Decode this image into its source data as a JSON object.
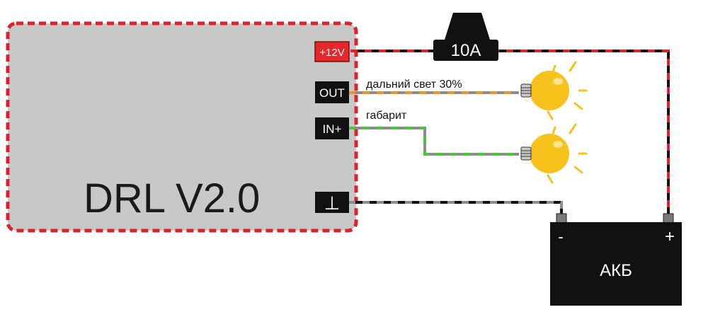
{
  "module": {
    "title": "DRL V2.0"
  },
  "pins": {
    "plus12v": "+12V",
    "out": "OUT",
    "in_plus": "IN+",
    "ground": "⊥"
  },
  "wires": {
    "out_label": "дальний свет 30%",
    "in_label": "габарит"
  },
  "fuse": {
    "label": "10A"
  },
  "battery": {
    "label": "АКБ",
    "minus": "-",
    "plus": "+"
  },
  "colors": {
    "module_fill": "#c8c8c8",
    "dashed_border": "#d9252a",
    "wire_red": "#d9252a",
    "wire_orange": "#f0922c",
    "wire_green": "#46c83c",
    "wire_gray": "#8c8c8c",
    "bulb": "#f7c21c",
    "black": "#111111"
  }
}
